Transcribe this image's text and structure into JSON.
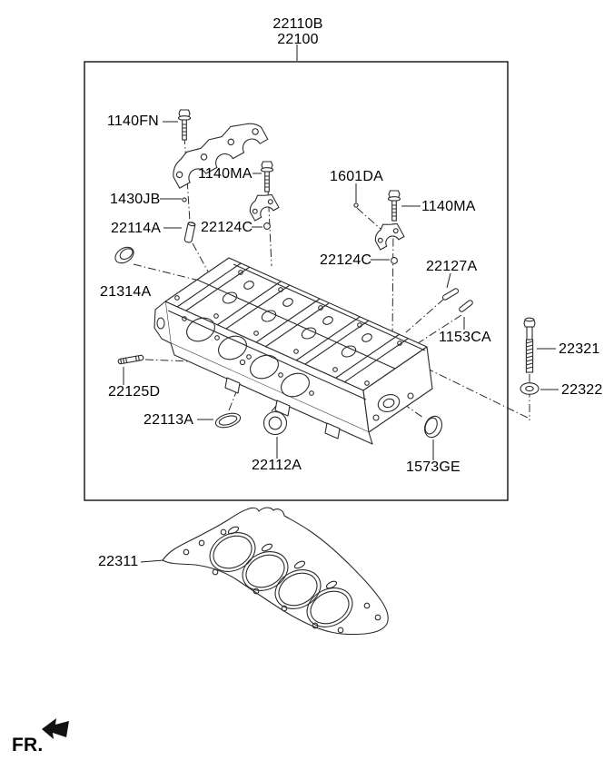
{
  "colors": {
    "background": "#ffffff",
    "line_art": "#2b2b2b",
    "text": "#000000"
  },
  "assembly": {
    "code_primary": "22110B",
    "code_secondary": "22100"
  },
  "orientation": {
    "front_label": "FR."
  },
  "callouts": {
    "c1140fn": "1140FN",
    "c1140ma_left": "1140MA",
    "c1430jb": "1430JB",
    "c22114a": "22114A",
    "c22124c_left": "22124C",
    "c1601da": "1601DA",
    "c1140ma_right": "1140MA",
    "c22124c_right": "22124C",
    "c22127a": "22127A",
    "c21314a": "21314A",
    "c1153ca": "1153CA",
    "c22321": "22321",
    "c22322": "22322",
    "c22125d": "22125D",
    "c22113a": "22113A",
    "c22112a": "22112A",
    "c1573ge": "1573GE",
    "c22311": "22311"
  }
}
